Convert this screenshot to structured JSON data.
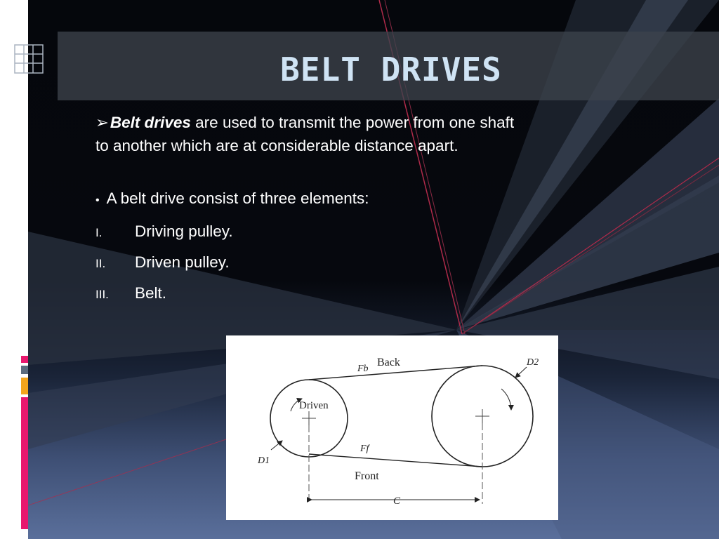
{
  "slide": {
    "title": "BELT DRIVES",
    "bullets": {
      "p1_arrow": "➢",
      "p1_emphasis": "Belt drives",
      "p1_rest": " are used to transmit the power from one shaft to another which are at considerable distance apart.",
      "p2_dot": "•",
      "p2_text": "A belt drive consist of three elements:"
    },
    "numbered": [
      {
        "num": "I.",
        "text": "Driving pulley."
      },
      {
        "num": "II.",
        "text": "Driven pulley."
      },
      {
        "num": "III.",
        "text": "Belt."
      }
    ]
  },
  "figure": {
    "label_back": "Back",
    "label_front": "Front",
    "label_driven": "Driven",
    "label_fb": "Fb",
    "label_ff": "Ff",
    "label_d1": "D1",
    "label_d2": "D2",
    "label_c": "C"
  },
  "colors": {
    "title_text": "#cfe3f4",
    "title_bar": "#3c424c",
    "accent_pink": "#e8186e",
    "accent_orange": "#f4a51c",
    "accent_gray": "#5b6b7e"
  }
}
